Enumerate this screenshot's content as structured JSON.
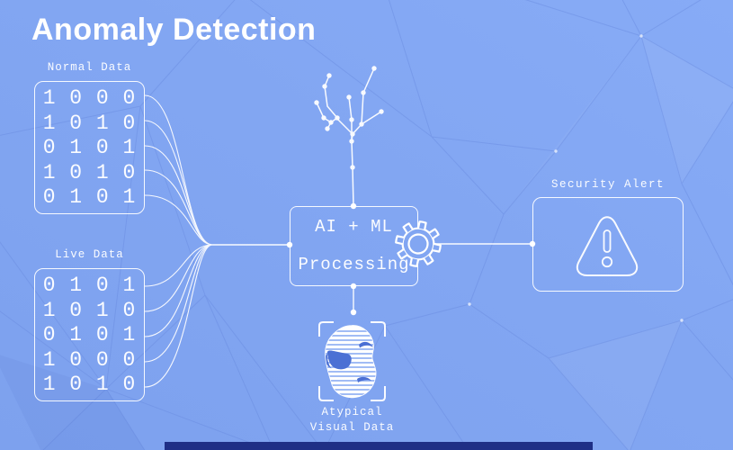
{
  "title": "Anomaly Detection",
  "colors": {
    "background": "#82a6f2",
    "mesh_line": "#6688dd",
    "stroke": "#ffffff",
    "feature_blue": "#4b70d4",
    "bottom_bar": "#1f2f86"
  },
  "normal_data": {
    "label": "Normal Data",
    "rows": [
      "1 0 0 0",
      "1 0 1 0",
      "0 1 0 1",
      "1 0 1 0",
      "0 1 0 1"
    ]
  },
  "live_data": {
    "label": "Live Data",
    "rows": [
      "0 1 0 1",
      "1 0 1 0",
      "0 1 0 1",
      "1 0 0 0",
      "1 0 1 0"
    ]
  },
  "processor": {
    "line1": "AI + ML",
    "line2": "Processing",
    "icon": "gear-icon"
  },
  "security": {
    "label": "Security Alert",
    "icon": "warning-triangle-icon"
  },
  "output": {
    "caption_line1": "Atypical",
    "caption_line2": "Visual Data",
    "icon": "face-scan-icon"
  },
  "decoration_icons": [
    "circuit-tree-icon",
    "scan-brackets-icon",
    "mesh-background"
  ]
}
